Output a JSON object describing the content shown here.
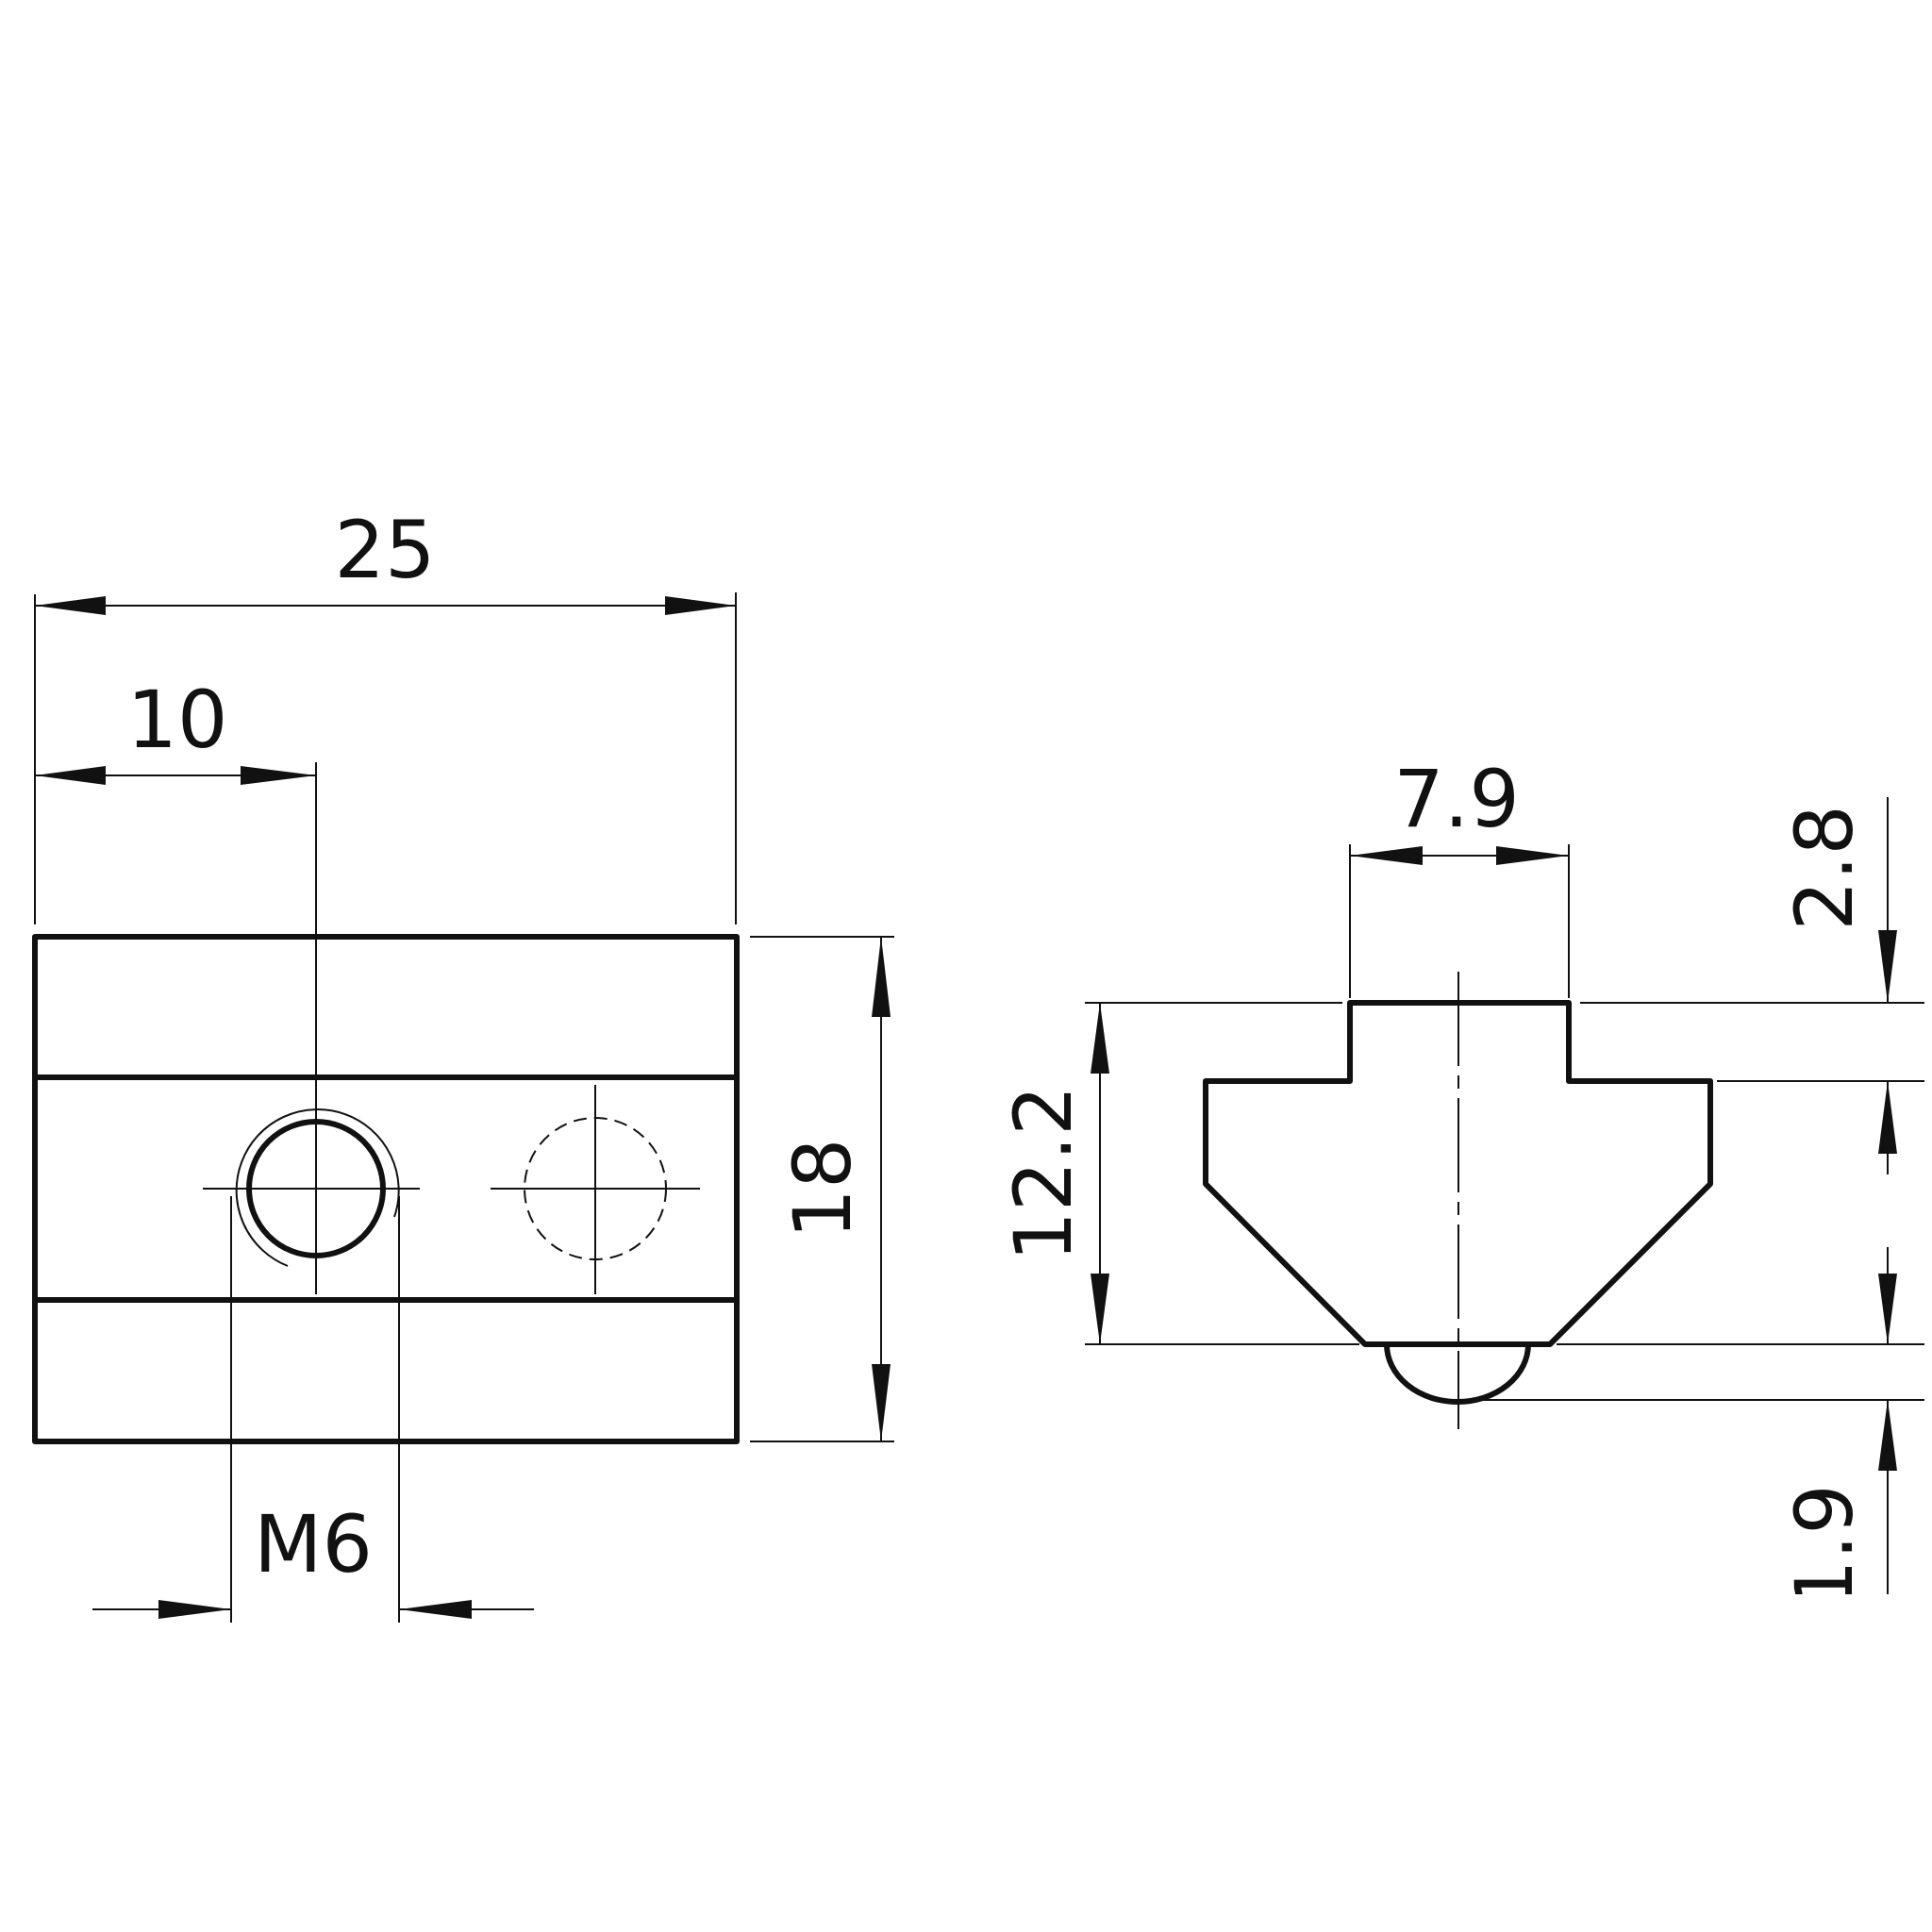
{
  "drawing": {
    "front_view": {
      "overall_width_label": "25",
      "hole_offset_label": "10",
      "height_label": "18",
      "thread_label": "M6"
    },
    "side_view": {
      "top_width_label": "7.9",
      "top_step_label": "2.8",
      "body_height_label": "12.2",
      "ball_height_label": "1.9"
    }
  }
}
